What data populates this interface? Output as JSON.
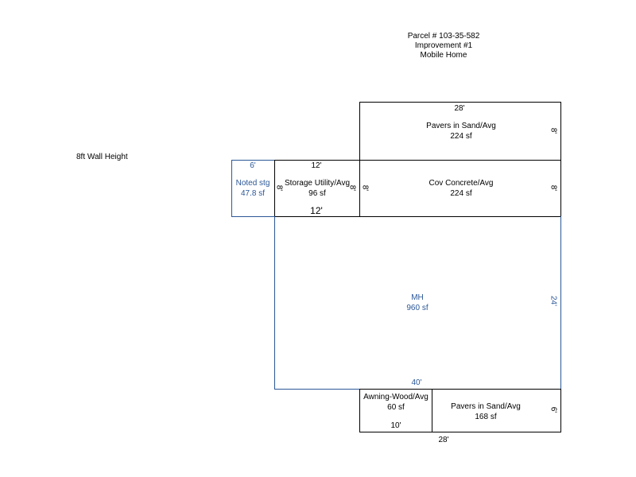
{
  "header": {
    "parcel": "Parcel # 103-35-582",
    "improvement": "Improvement #1",
    "type": "Mobile Home"
  },
  "wall_height": "8ft Wall Height",
  "areas": {
    "pavers_top": {
      "name": "Pavers in Sand/Avg",
      "area": "224 sf",
      "width_dim": "28'",
      "depth_dim": "8'"
    },
    "noted_stg": {
      "name": "Noted stg",
      "area": "47.8 sf",
      "width_dim": "6'"
    },
    "storage": {
      "name": "Storage Utility/Avg",
      "area": "96 sf",
      "top_dim": "12'",
      "bottom_dim": "12'",
      "left_dim": "8'",
      "right_dim": "8'"
    },
    "cov_concrete": {
      "name": "Cov Concrete/Avg",
      "area": "224 sf",
      "left_dim": "8'",
      "right_dim": "8'"
    },
    "mh": {
      "name": "MH",
      "area": "960 sf",
      "width_dim": "40'",
      "depth_dim": "24'"
    },
    "awning": {
      "name": "Awning-Wood/Avg",
      "area": "60 sf",
      "width_dim": "10'"
    },
    "pavers_bottom": {
      "name": "Pavers in Sand/Avg",
      "area": "168 sf",
      "depth_dim": "6'",
      "width_dim": "28'"
    }
  },
  "colors": {
    "outline": "#000000",
    "main_structure": "#2b5797"
  }
}
